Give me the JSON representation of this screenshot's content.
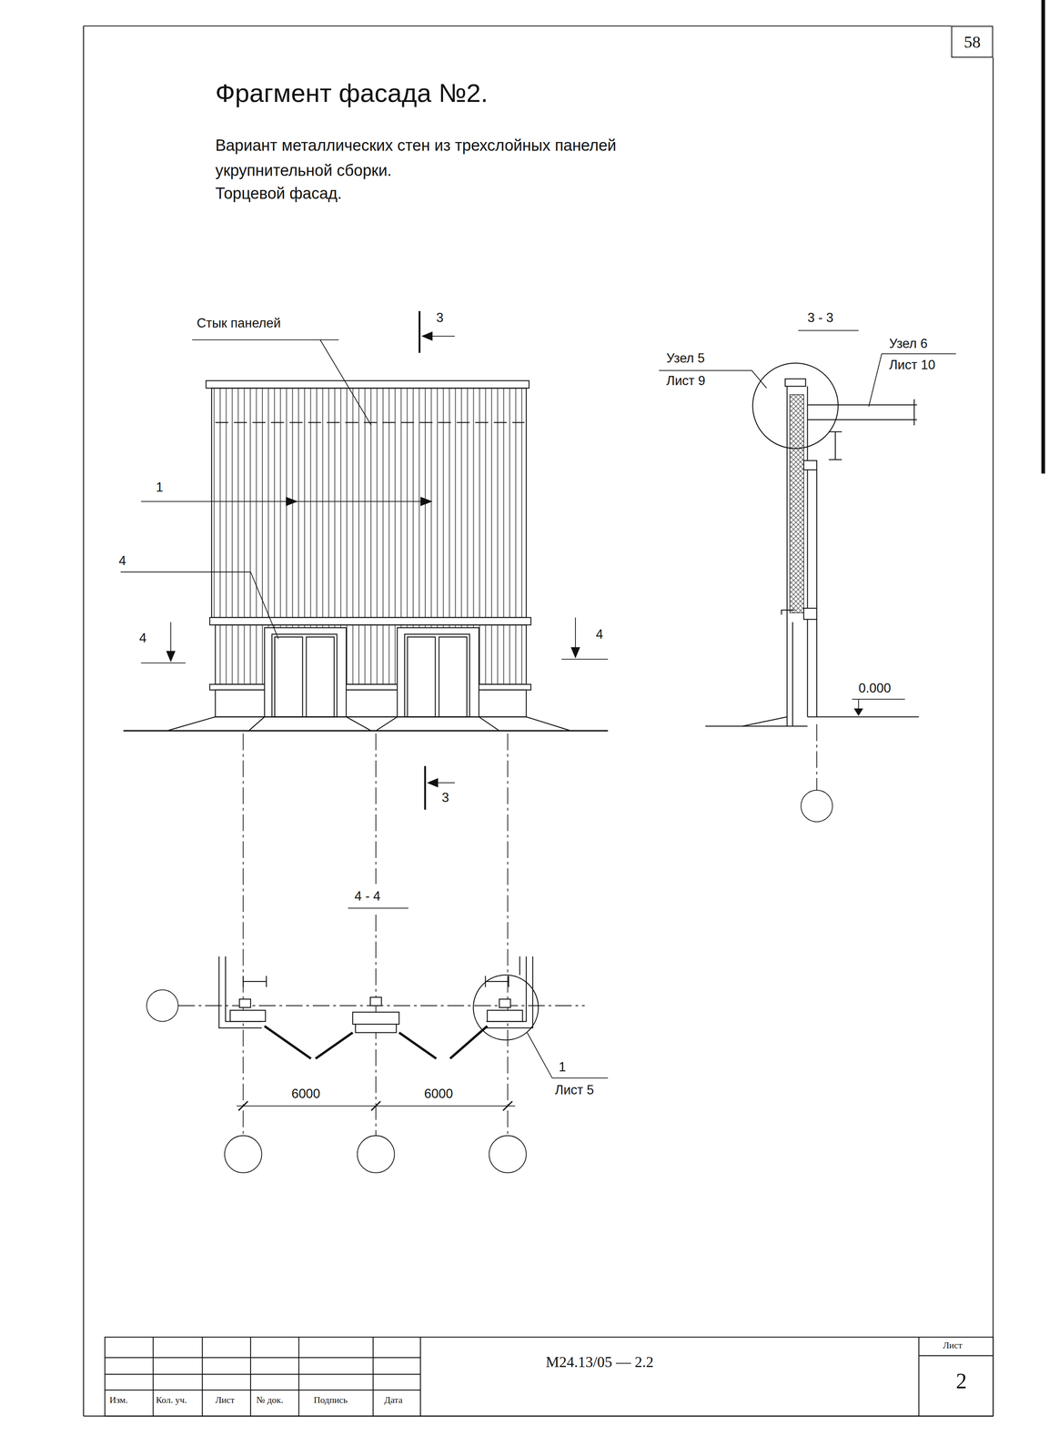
{
  "diagram": {
    "title": "Фрагмент фасада №2.",
    "nodes": [
      {
        "text": [
          "58"
        ]
      }
    ],
    "labels": [
      "Вариант металлических стен из трехслойных панелей укрупнительной сборки.",
      "Торцевой фасад.",
      "Стык панелей",
      "3",
      "1",
      "4",
      "4",
      "4",
      "3",
      "3 - 3",
      "Узел 5",
      "Лист 9",
      "Узел 6",
      "Лист 10",
      "0.000",
      "4 - 4",
      "1",
      "Лист 5",
      "6000",
      "6000",
      "Изм.",
      "Кол. уч.",
      "Лист",
      "№ док.",
      "Подпись",
      "Дата",
      "М24.13/05 — 2.2",
      "Лист",
      "2"
    ]
  }
}
